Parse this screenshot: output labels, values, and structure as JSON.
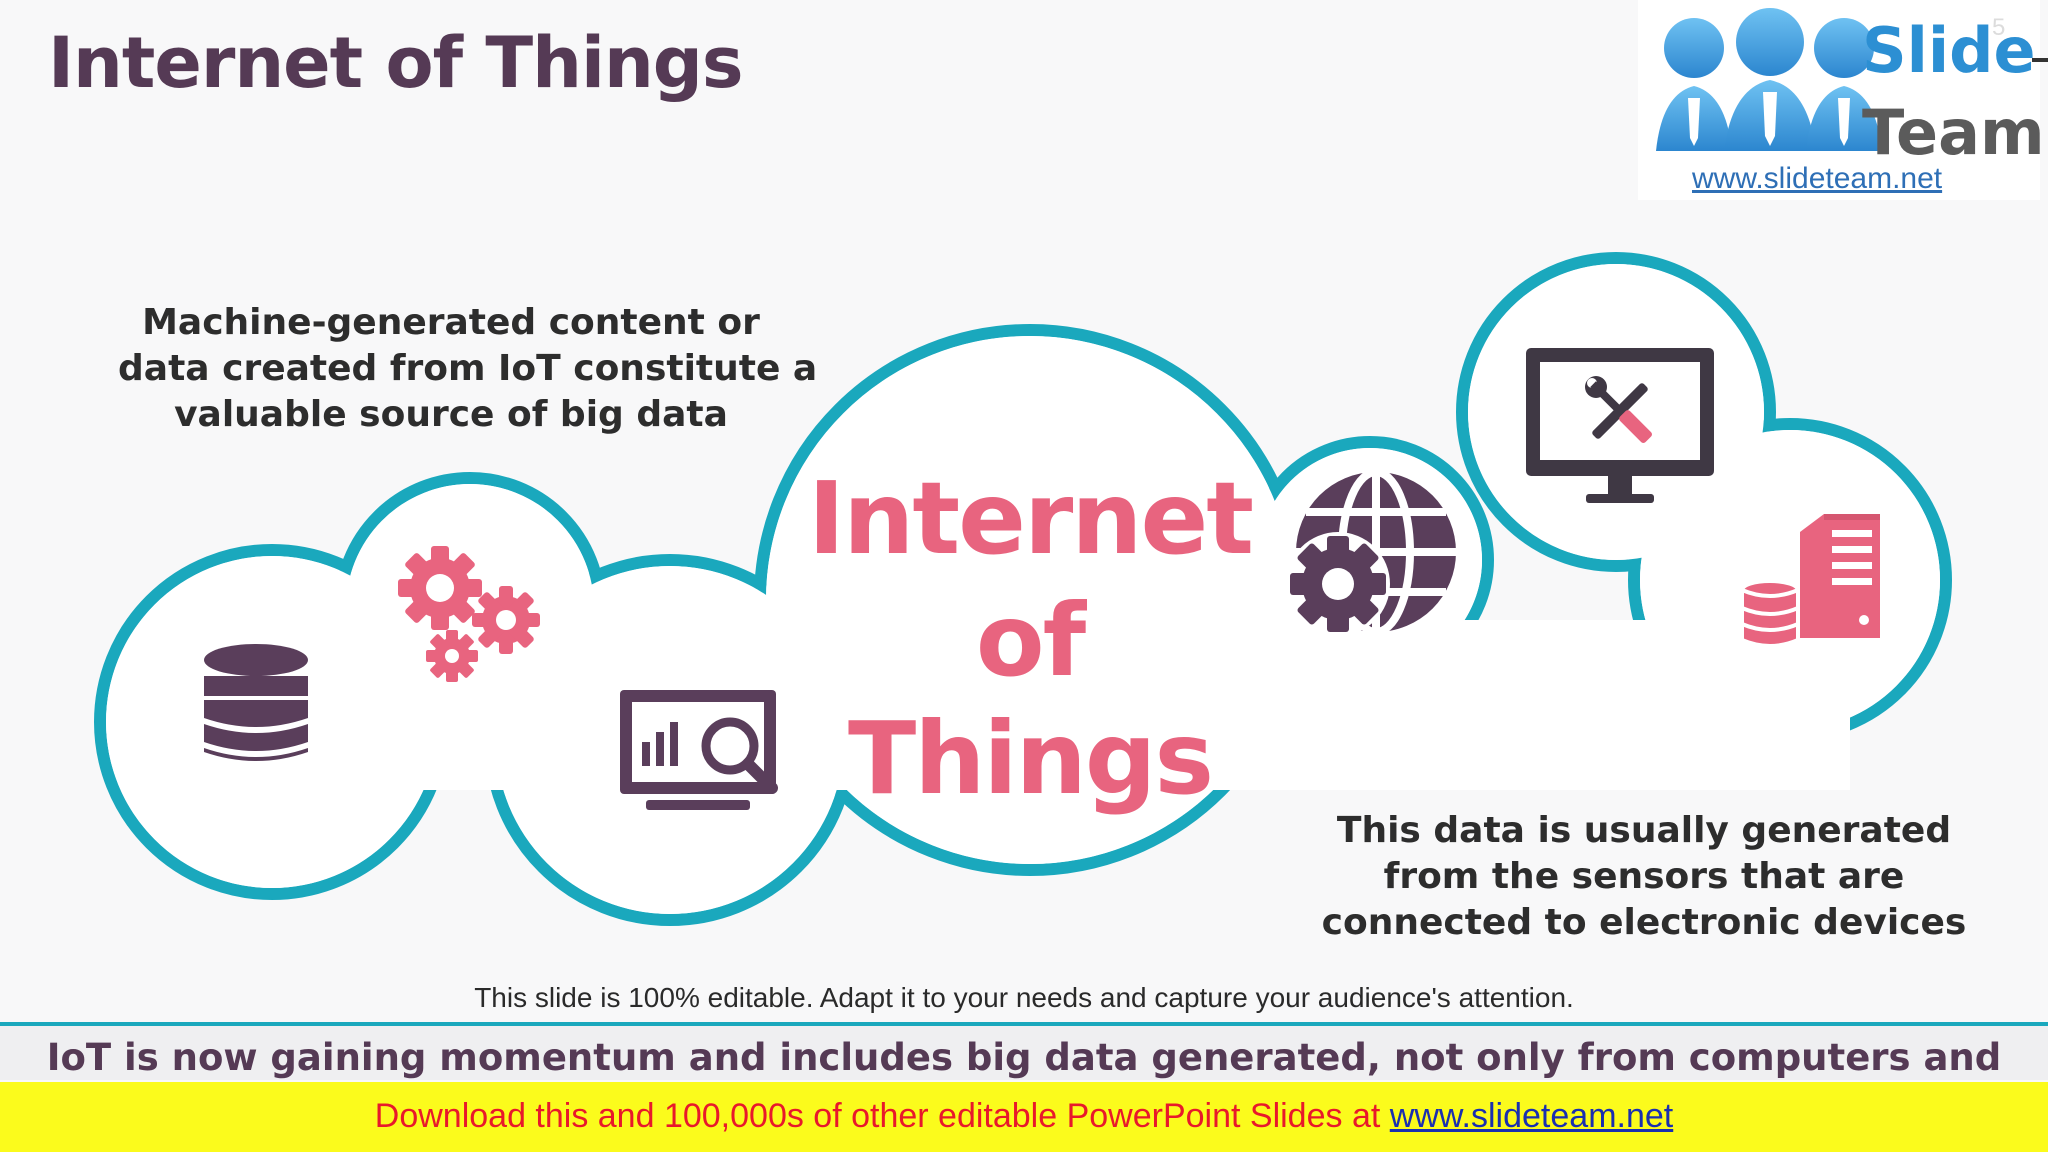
{
  "slide": {
    "title": "Internet of Things",
    "page_number": "5",
    "cloud_text": [
      "Internet",
      "of",
      "Things"
    ],
    "desc_top": [
      "Machine-generated content or",
      "data created from IoT constitute a",
      "valuable source of big data"
    ],
    "desc_bottom": [
      "This data is usually generated",
      "from the sensors that are",
      "connected to electronic devices"
    ],
    "editable_note": "This slide is 100% editable. Adapt it to your needs and capture your audience's attention.",
    "bottom_text": "IoT is now gaining momentum and includes big data generated, not only from computers and"
  },
  "logo": {
    "word1": "Slide",
    "word2": "Team",
    "url": "www.slideteam.net"
  },
  "banner": {
    "text": "Download this and 100,000s of other editable PowerPoint Slides at ",
    "link": "www.slideteam.net"
  },
  "colors": {
    "title": "#553a55",
    "accent_pink": "#e8647f",
    "cloud_outline": "#1aa8bd",
    "icon_dark": "#5a3e5b",
    "banner_bg": "#fbfb1c",
    "banner_text": "#e8182b"
  },
  "icons": [
    "database-icon",
    "gears-icon",
    "analytics-monitor-icon",
    "globe-gear-icon",
    "tools-monitor-icon",
    "server-icon"
  ]
}
